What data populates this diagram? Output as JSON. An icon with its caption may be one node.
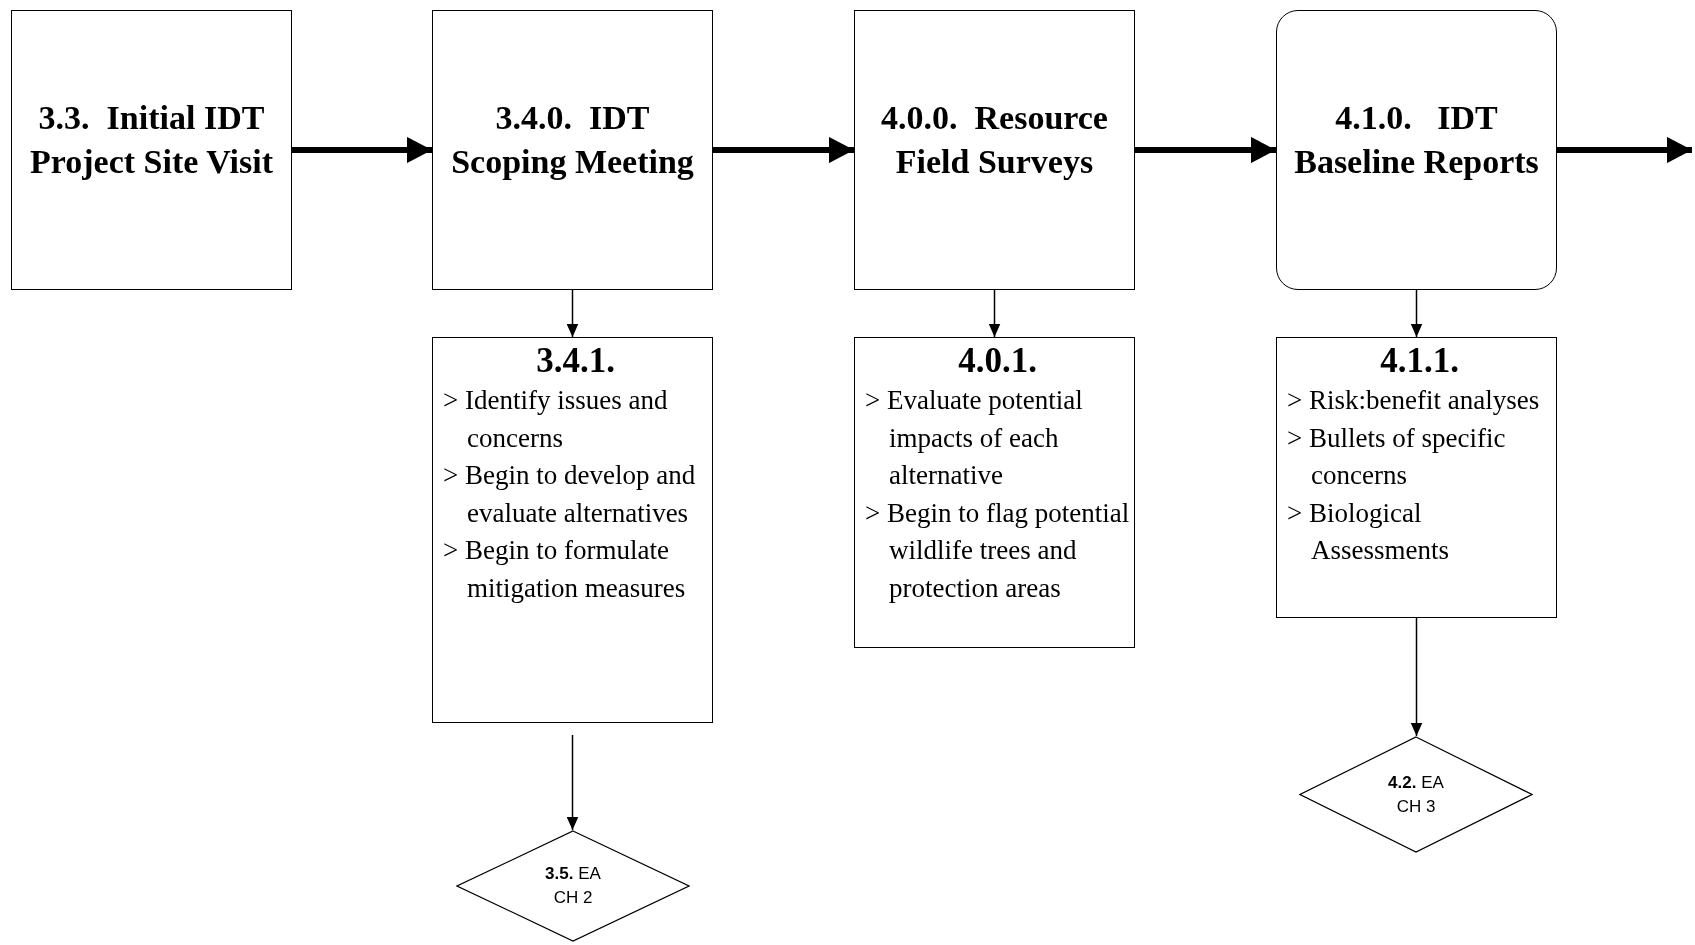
{
  "diagram": {
    "nodes": [
      {
        "text": [
          "3.3.  Initial IDT Project Site Visit"
        ]
      },
      {
        "text": [
          "3.4.0.  IDT Scoping Meeting"
        ]
      },
      {
        "text": [
          "4.0.0.  Resource Field Surveys"
        ]
      },
      {
        "text": [
          "4.1.0.   IDT Baseline Reports"
        ]
      },
      {
        "text": [
          "3.4.1.",
          "> Identify issues and concerns",
          "> Begin to develop and evaluate alternatives",
          "> Begin to formulate mitigation measures"
        ]
      },
      {
        "text": [
          "4.0.1.",
          "> Evaluate potential impacts of each alternative",
          "> Begin to flag potential wildlife trees and protection areas"
        ]
      },
      {
        "text": [
          "4.1.1.",
          "> Risk:benefit analyses",
          "> Bullets of specific concerns",
          "> Biological Assessments"
        ]
      },
      {
        "text": [
          "**3.5.**  EA CH 2"
        ]
      },
      {
        "text": [
          "**4.2.**  EA CH 3"
        ]
      }
    ],
    "edges": [
      {
        "from": 0,
        "to": 1,
        "arrow": "to",
        "style": "thick"
      },
      {
        "from": 1,
        "to": 2,
        "arrow": "to",
        "style": "thick"
      },
      {
        "from": 2,
        "to": 3,
        "arrow": "to",
        "style": "thick"
      },
      {
        "from": 3,
        "to": null,
        "arrow": "to",
        "style": "thick"
      },
      {
        "from": 1,
        "to": 4,
        "arrow": "to"
      },
      {
        "from": 2,
        "to": 5,
        "arrow": "to"
      },
      {
        "from": 3,
        "to": 6,
        "arrow": "to"
      },
      {
        "from": 4,
        "to": 7,
        "arrow": "to"
      },
      {
        "from": 6,
        "to": 8,
        "arrow": "to"
      }
    ]
  }
}
